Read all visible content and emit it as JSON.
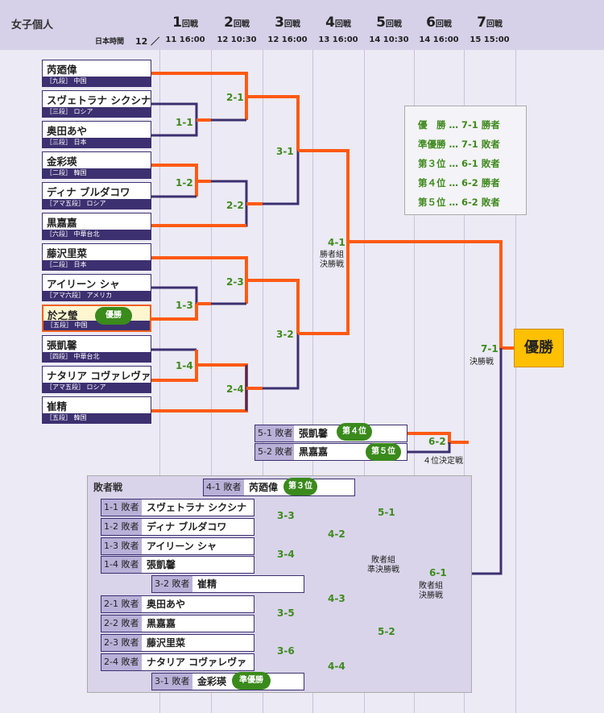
{
  "title": "女子個人",
  "japan_time_label": "日本時間",
  "month_label": "12 ／",
  "rounds": [
    {
      "num": "1",
      "kanji": "回戦",
      "date": "11 16:00"
    },
    {
      "num": "2",
      "kanji": "回戦",
      "date": "12 10:30"
    },
    {
      "num": "3",
      "kanji": "回戦",
      "date": "12 16:00"
    },
    {
      "num": "4",
      "kanji": "回戦",
      "date": "13 16:00"
    },
    {
      "num": "5",
      "kanji": "回戦",
      "date": "14 10:30"
    },
    {
      "num": "6",
      "kanji": "回戦",
      "date": "14 16:00"
    },
    {
      "num": "7",
      "kanji": "回戦",
      "date": "15 15:00"
    }
  ],
  "players": [
    {
      "name": "芮廼偉",
      "rank": "［九段］ 中国"
    },
    {
      "name": "スヴェトラナ シクシナ",
      "rank": "［三段］ ロシア"
    },
    {
      "name": "奥田あや",
      "rank": "［三段］ 日本"
    },
    {
      "name": "金彩瑛",
      "rank": "［二段］ 韓国"
    },
    {
      "name": "ディナ ブルダコワ",
      "rank": "［アマ五段］ ロシア"
    },
    {
      "name": "黒嘉嘉",
      "rank": "［六段］ 中華台北"
    },
    {
      "name": "藤沢里菜",
      "rank": "［二段］ 日本"
    },
    {
      "name": "アイリーン シャ",
      "rank": "［アマ六段］ アメリカ"
    },
    {
      "name": "於之瑩",
      "rank": "［五段］ 中国"
    },
    {
      "name": "張凱馨",
      "rank": "［四段］ 中華台北"
    },
    {
      "name": "ナタリア コヴァレヴァ",
      "rank": "［アマ五段］ ロシア"
    },
    {
      "name": "崔精",
      "rank": "［五段］ 韓国"
    }
  ],
  "champion_pill": "優勝",
  "matches": {
    "m11": "1-1",
    "m12": "1-2",
    "m13": "1-3",
    "m14": "1-4",
    "m21": "2-1",
    "m22": "2-2",
    "m23": "2-3",
    "m24": "2-4",
    "m31": "3-1",
    "m32": "3-2",
    "m41": "4-1",
    "m41_sub": "勝者組\n決勝戦",
    "m71": "7-1",
    "m71_sub": "決勝戦",
    "m62": "6-2",
    "m62_sub": "４位決定戦",
    "m33": "3-3",
    "m34": "3-4",
    "m35": "3-5",
    "m36": "3-6",
    "m42": "4-2",
    "m43": "4-3",
    "m44": "4-4",
    "m51": "5-1",
    "m52": "5-2",
    "m52_sub": "敗者組\n準決勝戦",
    "m61": "6-1",
    "m61_sub": "敗者組\n決勝戦"
  },
  "legend": [
    "優　勝 … 7-1 勝者",
    "準優勝 … 7-1 敗者",
    "第３位 … 6-1 敗者",
    "第４位 … 6-2 勝者",
    "第５位 … 6-2 敗者"
  ],
  "champion_box": "優勝",
  "fourth_place_match": [
    {
      "tag": "5-1 敗者",
      "name": "張凱馨",
      "pill": "第４位"
    },
    {
      "tag": "5-2 敗者",
      "name": "黒嘉嘉",
      "pill": "第５位"
    }
  ],
  "repechage_title": "敗者戦",
  "repechage": [
    {
      "tag": "4-1 敗者",
      "name": "芮廼偉",
      "pill": "第３位"
    },
    {
      "tag": "1-1 敗者",
      "name": "スヴェトラナ シクシナ",
      "pill": ""
    },
    {
      "tag": "1-2 敗者",
      "name": "ディナ ブルダコワ",
      "pill": ""
    },
    {
      "tag": "1-3 敗者",
      "name": "アイリーン シャ",
      "pill": ""
    },
    {
      "tag": "1-4 敗者",
      "name": "張凱馨",
      "pill": ""
    },
    {
      "tag": "3-2 敗者",
      "name": "崔精",
      "pill": ""
    },
    {
      "tag": "2-1 敗者",
      "name": "奥田あや",
      "pill": ""
    },
    {
      "tag": "2-2 敗者",
      "name": "黒嘉嘉",
      "pill": ""
    },
    {
      "tag": "2-3 敗者",
      "name": "藤沢里菜",
      "pill": ""
    },
    {
      "tag": "2-4 敗者",
      "name": "ナタリア コヴァレヴァ",
      "pill": ""
    },
    {
      "tag": "3-1 敗者",
      "name": "金彩瑛",
      "pill": "準優勝"
    }
  ],
  "colors": {
    "winner_line": "#ff5a14",
    "loser_line": "#3c3070",
    "match_label": "#3f8a1e",
    "champion": "#ffc000"
  }
}
